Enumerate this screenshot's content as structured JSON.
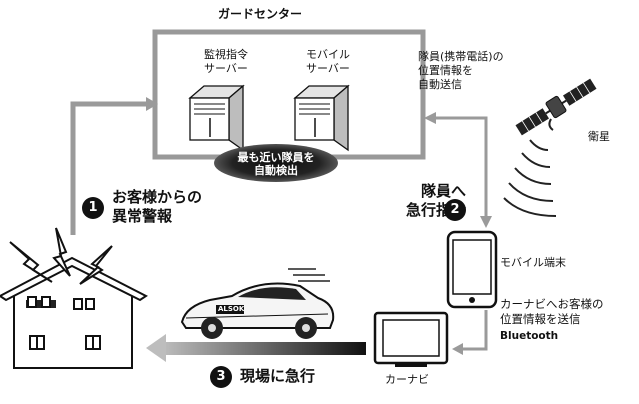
{
  "guard_center": {
    "title": "ガードセンター"
  },
  "servers": [
    {
      "label_line1": "監視指令",
      "label_line2": "サーバー"
    },
    {
      "label_line1": "モバイル",
      "label_line2": "サーバー"
    }
  ],
  "auto_detect": {
    "line1": "最も近い隊員を",
    "line2": "自動検出"
  },
  "location_send": {
    "line1": "隊員(携帯電話)の",
    "line2": "位置情報を",
    "line3": "自動送信"
  },
  "satellite": {
    "label": "衛星"
  },
  "steps": [
    {
      "number": "1",
      "line1": "お客様からの",
      "line2": "異常警報"
    },
    {
      "number": "2",
      "line1": "隊員へ",
      "line2": "急行指令"
    },
    {
      "number": "3",
      "line1": "現場に急行"
    }
  ],
  "mobile": {
    "label": "モバイル端末"
  },
  "carnavi_send": {
    "line1": "カーナビへお客様の",
    "line2": "位置情報を送信",
    "line3": "Bluetooth"
  },
  "carnavi": {
    "label": "カーナビ"
  },
  "car": {
    "logo": "ALSOK"
  }
}
